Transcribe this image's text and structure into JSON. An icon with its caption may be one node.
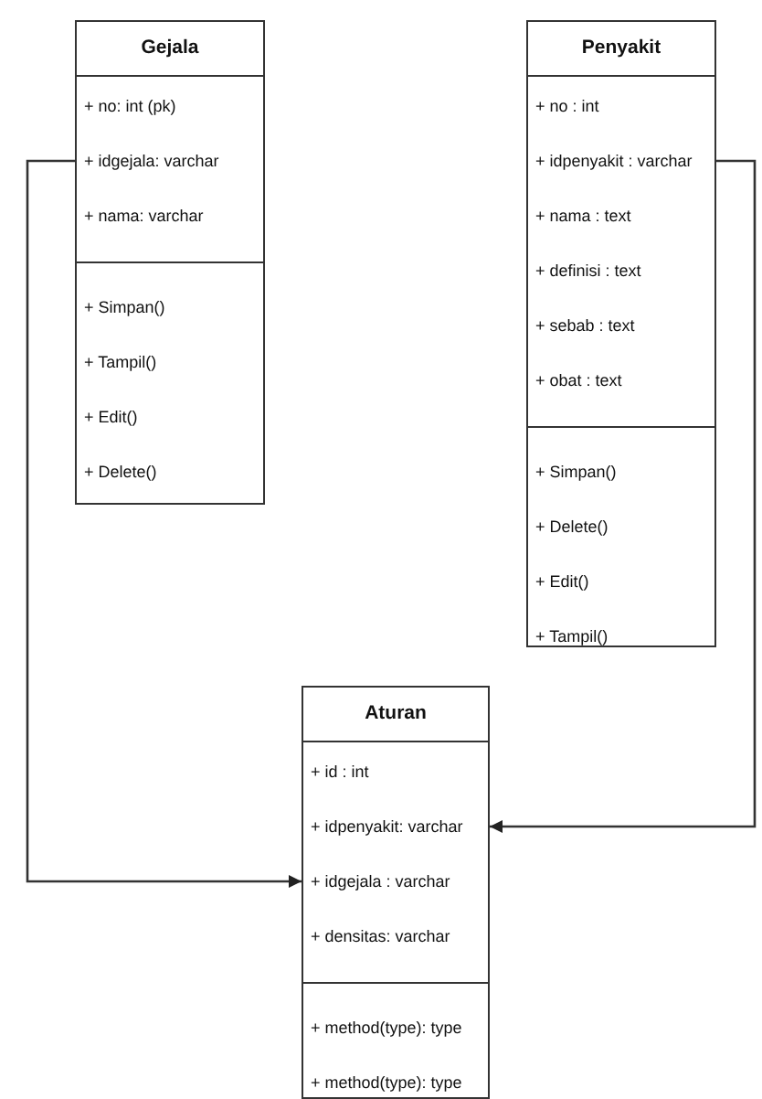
{
  "diagram": {
    "nodes": [
      {
        "text": [
          "Gejala",
          "+ no: int (pk)",
          "+ idgejala: varchar",
          "+ nama: varchar",
          "+ Simpan()",
          "+ Tampil()",
          "+ Edit()",
          "+ Delete()"
        ]
      },
      {
        "text": [
          "Penyakit",
          "+ no : int",
          "+ idpenyakit : varchar",
          "+ nama : text",
          "+ definisi : text",
          "+ sebab : text",
          "+ obat : text",
          "+ Simpan()",
          "+ Delete()",
          "+ Edit()",
          "+ Tampil()"
        ]
      },
      {
        "text": [
          "Aturan",
          "+ id : int",
          "+ idpenyakit: varchar",
          "+ idgejala : varchar",
          "+ densitas: varchar",
          "+ method(type): type",
          "+ method(type): type"
        ]
      }
    ],
    "edges": [
      {
        "from": 0,
        "to": 2,
        "arrow": "to"
      },
      {
        "from": 1,
        "to": 2,
        "arrow": "to"
      }
    ]
  }
}
